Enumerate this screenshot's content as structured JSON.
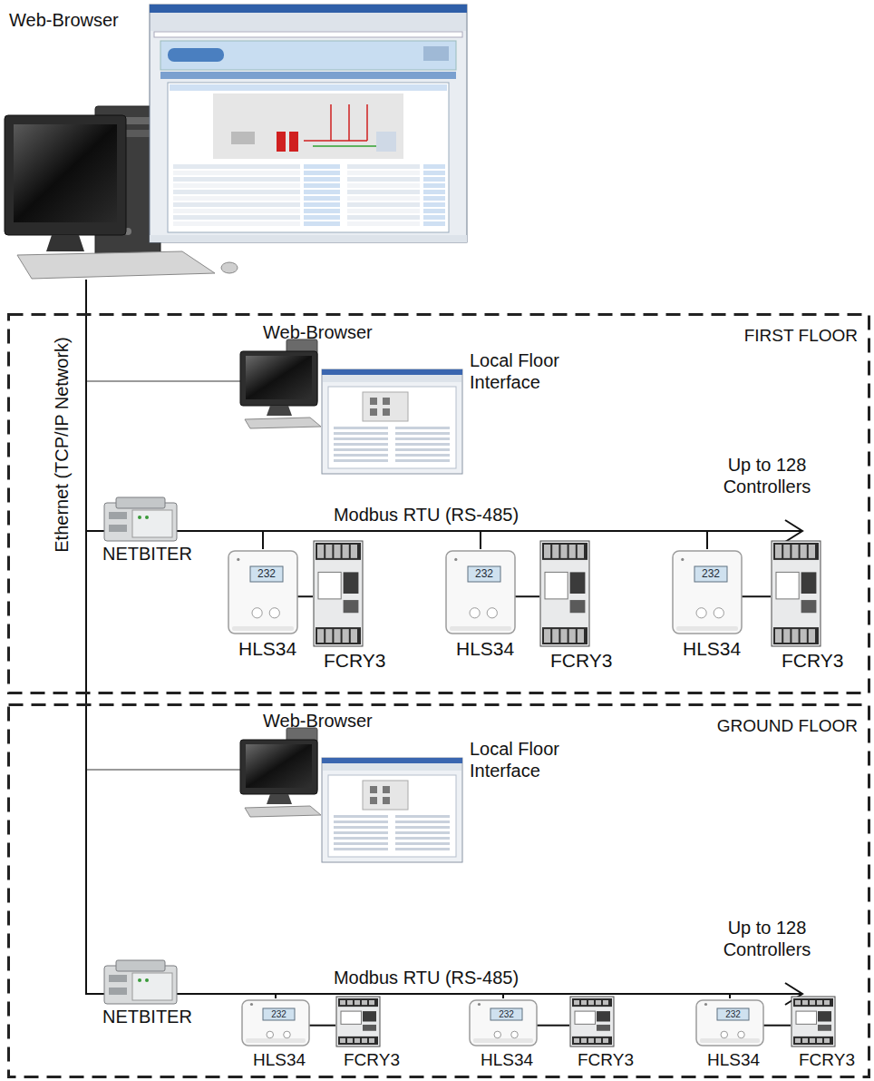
{
  "diagram": {
    "nodes": [
      {
        "text": [
          "Web-Browser"
        ]
      },
      {
        "text": [
          "FIRST FLOOR"
        ]
      },
      {
        "text": [
          "Web-Browser",
          "Local Floor Interface"
        ],
        "in": 1
      },
      {
        "text": [
          "NETBITER"
        ],
        "in": 1
      },
      {
        "text": [
          "HLS34"
        ],
        "in": 1
      },
      {
        "text": [
          "FCRY3"
        ],
        "in": 1
      },
      {
        "text": [
          "HLS34"
        ],
        "in": 1
      },
      {
        "text": [
          "FCRY3"
        ],
        "in": 1
      },
      {
        "text": [
          "HLS34"
        ],
        "in": 1
      },
      {
        "text": [
          "FCRY3"
        ],
        "in": 1
      },
      {
        "text": [
          "GROUND FLOOR"
        ]
      },
      {
        "text": [
          "Web-Browser",
          "Local Floor Interface"
        ],
        "in": 10
      },
      {
        "text": [
          "NETBITER"
        ],
        "in": 10
      },
      {
        "text": [
          "HLS34"
        ],
        "in": 10
      },
      {
        "text": [
          "FCRY3"
        ],
        "in": 10
      },
      {
        "text": [
          "HLS34"
        ],
        "in": 10
      },
      {
        "text": [
          "FCRY3"
        ],
        "in": 10
      },
      {
        "text": [
          "HLS34"
        ],
        "in": 10
      },
      {
        "text": [
          "FCRY3"
        ],
        "in": 10
      }
    ],
    "edges": [
      {
        "from": 0,
        "to": 2,
        "arrow": "none"
      },
      {
        "from": 0,
        "to": 3,
        "arrow": "none"
      },
      {
        "from": 0,
        "to": 11,
        "arrow": "none"
      },
      {
        "from": 0,
        "to": 12,
        "arrow": "none"
      },
      {
        "from": 3,
        "to": 4,
        "arrow": "none"
      },
      {
        "from": 3,
        "to": 6,
        "arrow": "none"
      },
      {
        "from": 3,
        "to": 8,
        "arrow": "none"
      },
      {
        "from": 4,
        "to": 5,
        "arrow": "none"
      },
      {
        "from": 6,
        "to": 7,
        "arrow": "none"
      },
      {
        "from": 8,
        "to": 9,
        "arrow": "none"
      },
      {
        "from": 12,
        "to": 13,
        "arrow": "none"
      },
      {
        "from": 12,
        "to": 15,
        "arrow": "none"
      },
      {
        "from": 12,
        "to": 17,
        "arrow": "none"
      },
      {
        "from": 13,
        "to": 14,
        "arrow": "none"
      },
      {
        "from": 15,
        "to": 16,
        "arrow": "none"
      },
      {
        "from": 17,
        "to": 18,
        "arrow": "none"
      }
    ],
    "labels": [
      "Ethernet (TCP/IP Network)",
      "Modbus RTU (RS-485)",
      "Up to 128 Controllers",
      "232",
      "232",
      "232",
      "Modbus RTU (RS-485)",
      "Up to 128 Controllers",
      "232",
      "232",
      "232"
    ]
  }
}
